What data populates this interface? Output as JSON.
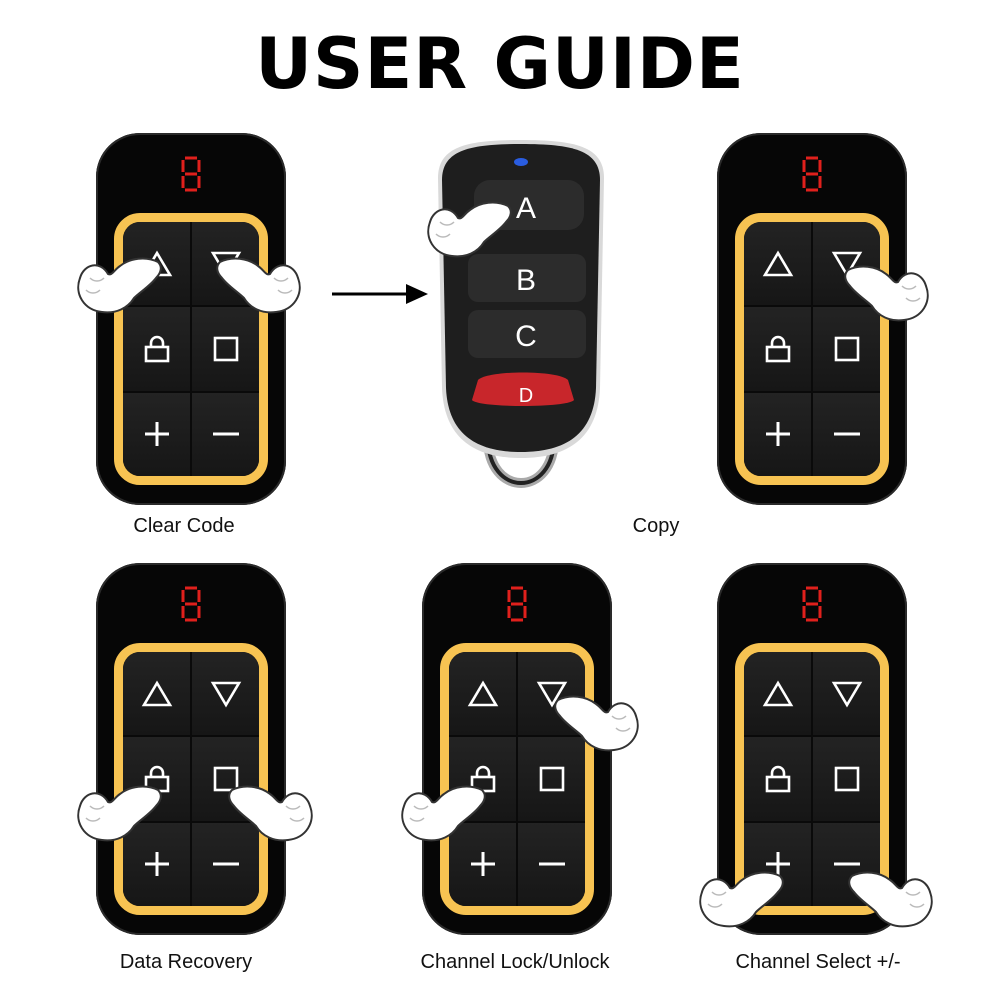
{
  "title": "USER GUIDE",
  "colors": {
    "remote_body": "#060606",
    "frame_accent": "#f7c352",
    "display_digit": "#e0201c",
    "fob_led": "#2a5de0",
    "fob_d_button": "#c8262b"
  },
  "remote_keys": [
    "up-triangle",
    "down-triangle",
    "lock",
    "square",
    "plus",
    "minus"
  ],
  "display_digit": "8",
  "panels": [
    {
      "id": "clear-code",
      "caption": "Clear Code",
      "pressed": [
        "up-triangle",
        "down-triangle"
      ]
    },
    {
      "id": "copy",
      "caption": "Copy",
      "pressed": [
        "down-triangle"
      ],
      "source_fob": {
        "buttons": [
          "A",
          "B",
          "C",
          "D"
        ],
        "pressed": "A"
      }
    },
    {
      "id": "data-recovery",
      "caption": "Data Recovery",
      "pressed": [
        "lock",
        "square"
      ]
    },
    {
      "id": "channel-lock",
      "caption": "Channel Lock/Unlock",
      "pressed": [
        "lock",
        "down-triangle"
      ]
    },
    {
      "id": "channel-select",
      "caption": "Channel Select +/-",
      "pressed": [
        "plus",
        "minus"
      ]
    }
  ],
  "fob": {
    "buttons": {
      "a": "A",
      "b": "B",
      "c": "C",
      "d": "D"
    }
  },
  "captions": {
    "clear_code": "Clear Code",
    "copy": "Copy",
    "data_recovery": "Data Recovery",
    "channel_lock": "Channel Lock/Unlock",
    "channel_select": "Channel Select +/-"
  }
}
